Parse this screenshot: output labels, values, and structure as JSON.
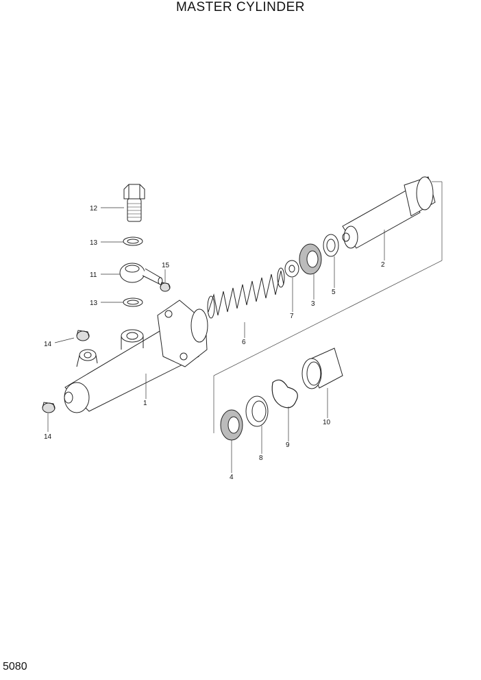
{
  "title": "MASTER CYLINDER",
  "page_number": "5080",
  "callouts": {
    "c1": "1",
    "c2": "2",
    "c3": "3",
    "c4": "4",
    "c5": "5",
    "c6": "6",
    "c7": "7",
    "c8": "8",
    "c9": "9",
    "c10": "10",
    "c11": "11",
    "c12": "12",
    "c13a": "13",
    "c13b": "13",
    "c14a": "14",
    "c14b": "14",
    "c15": "15"
  }
}
